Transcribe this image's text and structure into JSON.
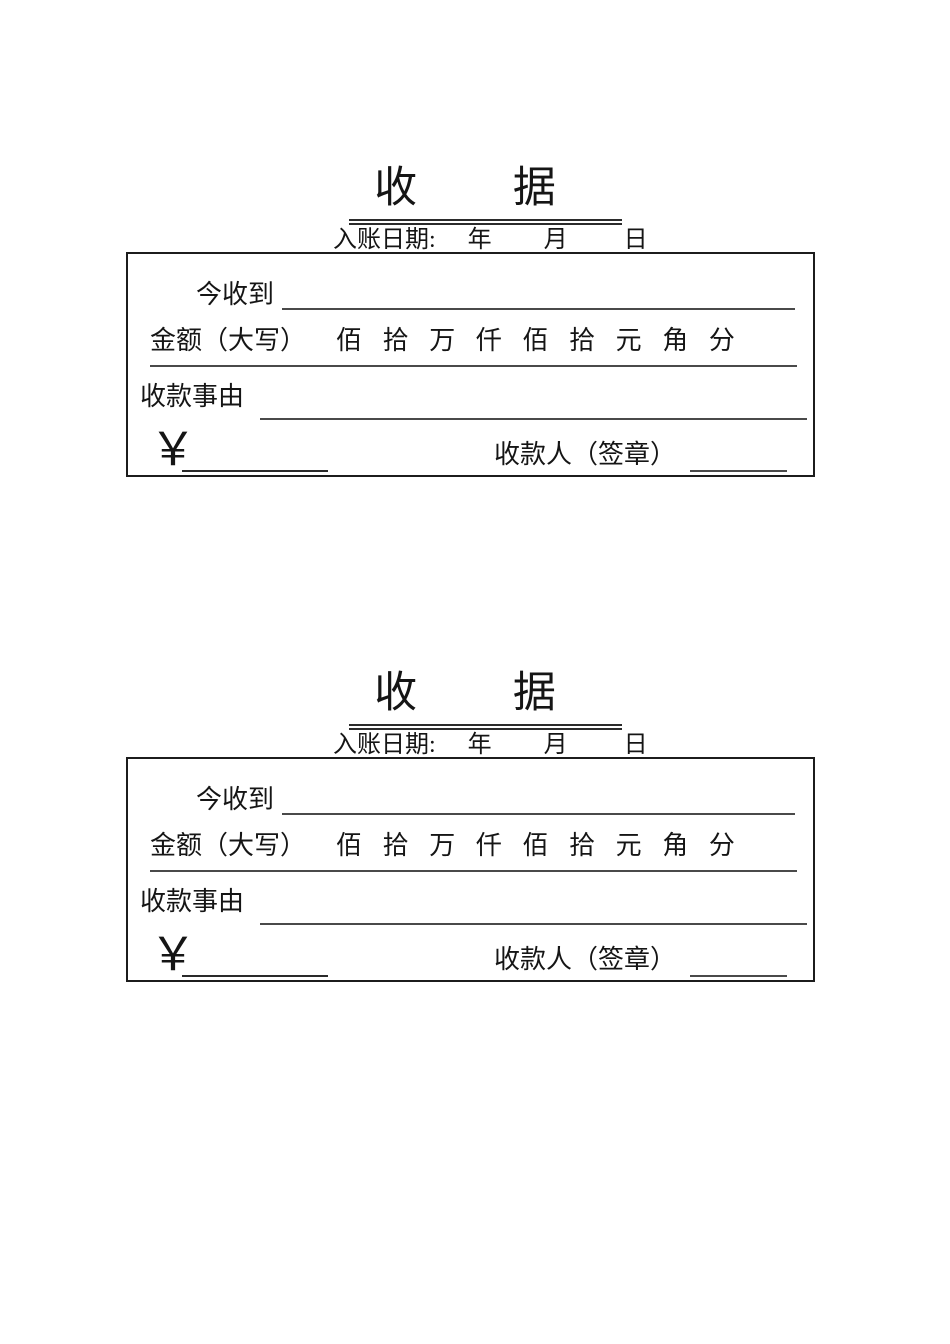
{
  "page": {
    "background": "#ffffff",
    "text_color": "#151515",
    "box_border_color": "#1c1c1c",
    "rule_color": "#4a4a4a"
  },
  "receipts": [
    {
      "title": "收 据",
      "date_label": "入账日期:",
      "date_year": "年",
      "date_month": "月",
      "date_day": "日",
      "received_label": "今收到",
      "received_value": "",
      "amount_label": "金额（大写）",
      "amount_units": [
        "佰",
        "拾",
        "万",
        "仟",
        "佰",
        "拾",
        "元",
        "角",
        "分"
      ],
      "reason_label": "收款事由",
      "reason_value": "",
      "currency_symbol": "￥",
      "amount_value": "",
      "payee_label": "收款人（签章）",
      "payee_value": ""
    },
    {
      "title": "收 据",
      "date_label": "入账日期:",
      "date_year": "年",
      "date_month": "月",
      "date_day": "日",
      "received_label": "今收到",
      "received_value": "",
      "amount_label": "金额（大写）",
      "amount_units": [
        "佰",
        "拾",
        "万",
        "仟",
        "佰",
        "拾",
        "元",
        "角",
        "分"
      ],
      "reason_label": "收款事由",
      "reason_value": "",
      "currency_symbol": "￥",
      "amount_value": "",
      "payee_label": "收款人（签章）",
      "payee_value": ""
    }
  ]
}
